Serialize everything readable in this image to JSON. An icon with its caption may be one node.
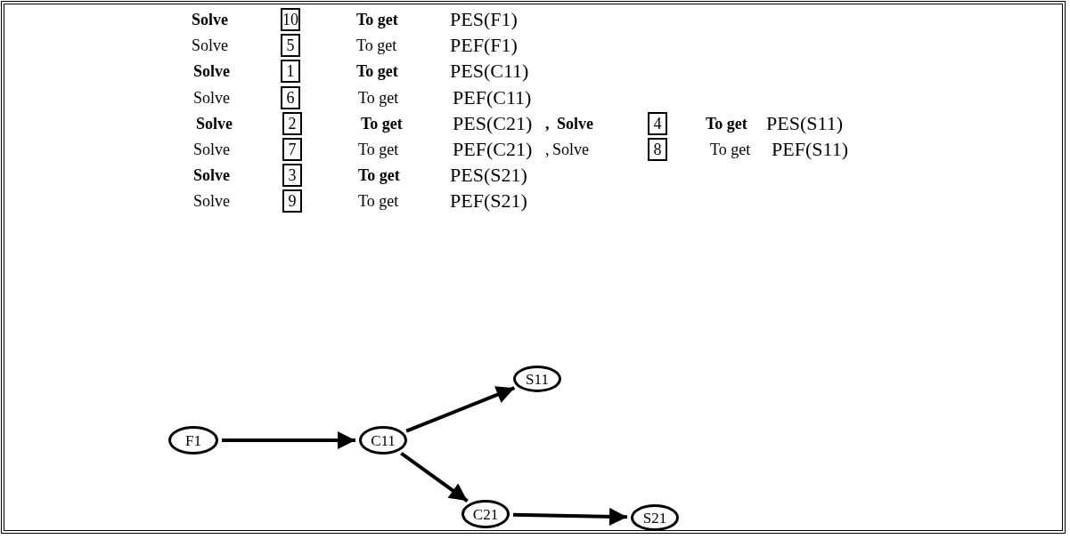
{
  "diagram": {
    "nodes": [
      {
        "text": [
          "10"
        ]
      },
      {
        "text": [
          "5"
        ]
      },
      {
        "text": [
          "1"
        ]
      },
      {
        "text": [
          "6"
        ]
      },
      {
        "text": [
          "2"
        ]
      },
      {
        "text": [
          "4"
        ]
      },
      {
        "text": [
          "7"
        ]
      },
      {
        "text": [
          "8"
        ]
      },
      {
        "text": [
          "3"
        ]
      },
      {
        "text": [
          "9"
        ]
      },
      {
        "text": [
          "F1"
        ]
      },
      {
        "text": [
          "C11"
        ]
      },
      {
        "text": [
          "S11"
        ]
      },
      {
        "text": [
          "C21"
        ]
      },
      {
        "text": [
          "S21"
        ]
      }
    ],
    "edges": [
      {
        "from": 10,
        "to": 11,
        "arrow": "to"
      },
      {
        "from": 11,
        "to": 12,
        "arrow": "to"
      },
      {
        "from": 11,
        "to": 13,
        "arrow": "to"
      },
      {
        "from": 13,
        "to": 14,
        "arrow": "to"
      }
    ],
    "labels": [
      "Solve",
      "To get",
      "PES(F1)",
      "Solve",
      "To get",
      "PEF(F1)",
      "Solve",
      "To get",
      "PES(C11)",
      "Solve",
      "To get",
      "PEF(C11)",
      "Solve",
      "To get",
      "PES(C21)",
      ",",
      "Solve",
      "To get",
      "PES(S11)",
      "Solve",
      "To get",
      "PEF(C21)",
      ",",
      "Solve",
      "To get",
      "PEF(S11)",
      "Solve",
      "To get",
      "PES(S21)",
      "Solve",
      "To get",
      "PEF(S21)"
    ]
  }
}
